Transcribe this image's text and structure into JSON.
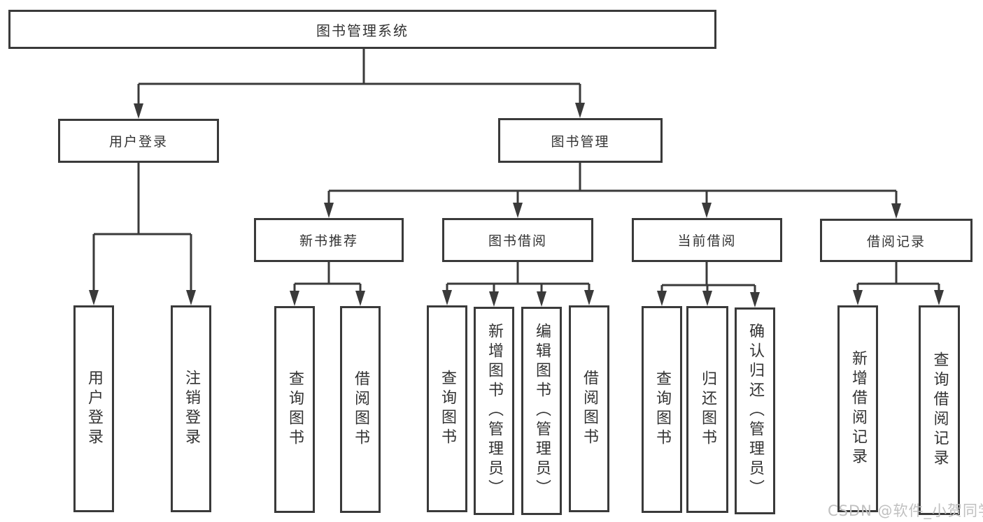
{
  "diagram_title": "图书管理系统",
  "tree": {
    "label": "图书管理系统",
    "children": [
      {
        "label": "用户登录",
        "children": [
          {
            "label": "用户登录"
          },
          {
            "label": "注销登录"
          }
        ]
      },
      {
        "label": "图书管理",
        "children": [
          {
            "label": "新书推荐",
            "children": [
              {
                "label": "查询图书"
              },
              {
                "label": "借阅图书"
              }
            ]
          },
          {
            "label": "图书借阅",
            "children": [
              {
                "label": "查询图书"
              },
              {
                "label": "新增图书（管理员）"
              },
              {
                "label": "编辑图书（管理员）"
              },
              {
                "label": "借阅图书"
              }
            ]
          },
          {
            "label": "当前借阅",
            "children": [
              {
                "label": "查询图书"
              },
              {
                "label": "归还图书"
              },
              {
                "label": "确认归还（管理员）"
              }
            ]
          },
          {
            "label": "借阅记录",
            "children": [
              {
                "label": "新增借阅记录"
              },
              {
                "label": "查询借阅记录"
              }
            ]
          }
        ]
      }
    ]
  },
  "watermark": {
    "text": "CSDN @软件_小贺同学"
  },
  "colors": {
    "line": "#3a3a3a",
    "text": "#333333",
    "watermark": "#c0c0c0",
    "background": "#ffffff"
  }
}
